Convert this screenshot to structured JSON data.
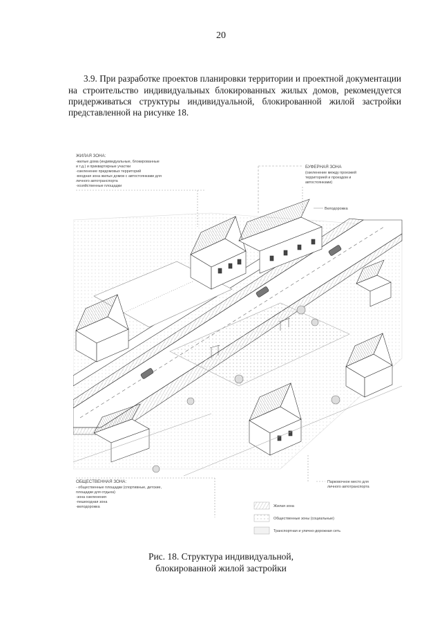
{
  "page": {
    "number": "20"
  },
  "paragraph": "3.9. При разработке проектов планировки территории и проектной документации на строительство индивидуальных блокированных жилых домов, рекомендуется придерживаться структуры индивидуальной, блокированной жилой застройки представленной на рисунке 18.",
  "figure": {
    "residential_zone": {
      "title": "ЖИЛАЯ ЗОНА:",
      "items": [
        "-жилые дома (индивидуальные, блокированные",
        "и т.д.) и приквартирные участки",
        "-озеленение придомовых территорий",
        "-входная зона жилых домов с автостоянками для",
        "личного автотранспорта",
        "-хозяйственные площадки"
      ]
    },
    "buffer_zone": {
      "title": "БУФЕРНАЯ ЗОНА",
      "items": [
        "(озеленение между проезжей",
        "территорией и проездом и",
        "автостоянками)"
      ]
    },
    "sidewalk_label": "Велодорожка",
    "public_zone": {
      "title": "ОБЩЕСТВЕННАЯ ЗОНА:",
      "items": [
        "- общественные площадки (спортивные, детские,",
        "площадки для отдыха)",
        "-зона озеленения",
        "-пешеходная зона",
        "-велодорожка"
      ]
    },
    "parking_label": {
      "line1": "Парковочное место для",
      "line2": "личного автотранспорта"
    },
    "legend": [
      {
        "label": "Жилая зона"
      },
      {
        "label": "Общественные зоны (социальные)"
      },
      {
        "label": "Транспортная и улично-дорожная сеть"
      }
    ]
  },
  "caption": {
    "line1": "Рис. 18. Структура индивидуальной,",
    "line2": "блокированной жилой застройки"
  }
}
